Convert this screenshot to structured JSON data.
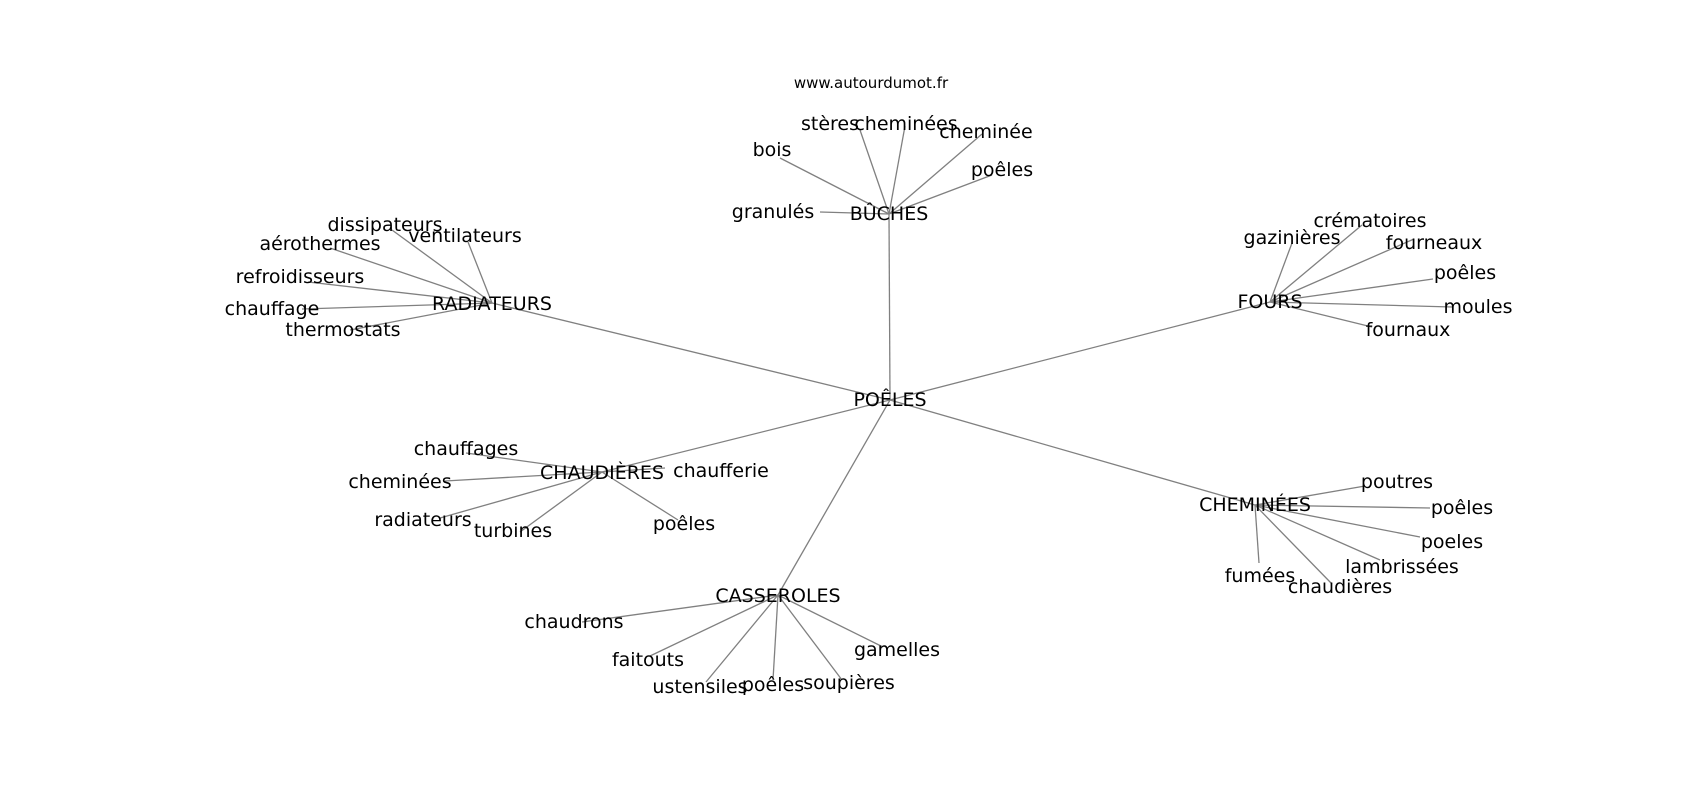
{
  "source": "www.autourdumot.fr",
  "colors": {
    "edge": "#808080",
    "text": "#000000",
    "background": "#ffffff"
  },
  "graph": {
    "center": "POÊLES",
    "clusters": [
      {
        "hub": "BÛCHES",
        "words": [
          "bois",
          "stères",
          "cheminées",
          "cheminée",
          "poêles",
          "granulés"
        ]
      },
      {
        "hub": "RADIATEURS",
        "words": [
          "dissipateurs",
          "ventilateurs",
          "aérothermes",
          "refroidisseurs",
          "chauffage",
          "thermostats"
        ]
      },
      {
        "hub": "FOURS",
        "words": [
          "crématoires",
          "gazinières",
          "fourneaux",
          "poêles",
          "moules",
          "fournaux"
        ]
      },
      {
        "hub": "CHAUDIÈRES",
        "words": [
          "chauffages",
          "cheminées",
          "chaufferie",
          "radiateurs",
          "turbines",
          "poêles"
        ]
      },
      {
        "hub": "CHEMINÉES",
        "words": [
          "poutres",
          "poêles",
          "poeles",
          "lambrissées",
          "fumées",
          "chaudières"
        ]
      },
      {
        "hub": "CASSEROLES",
        "words": [
          "chaudrons",
          "faitouts",
          "ustensiles",
          "poêles",
          "soupières",
          "gamelles"
        ]
      }
    ]
  }
}
